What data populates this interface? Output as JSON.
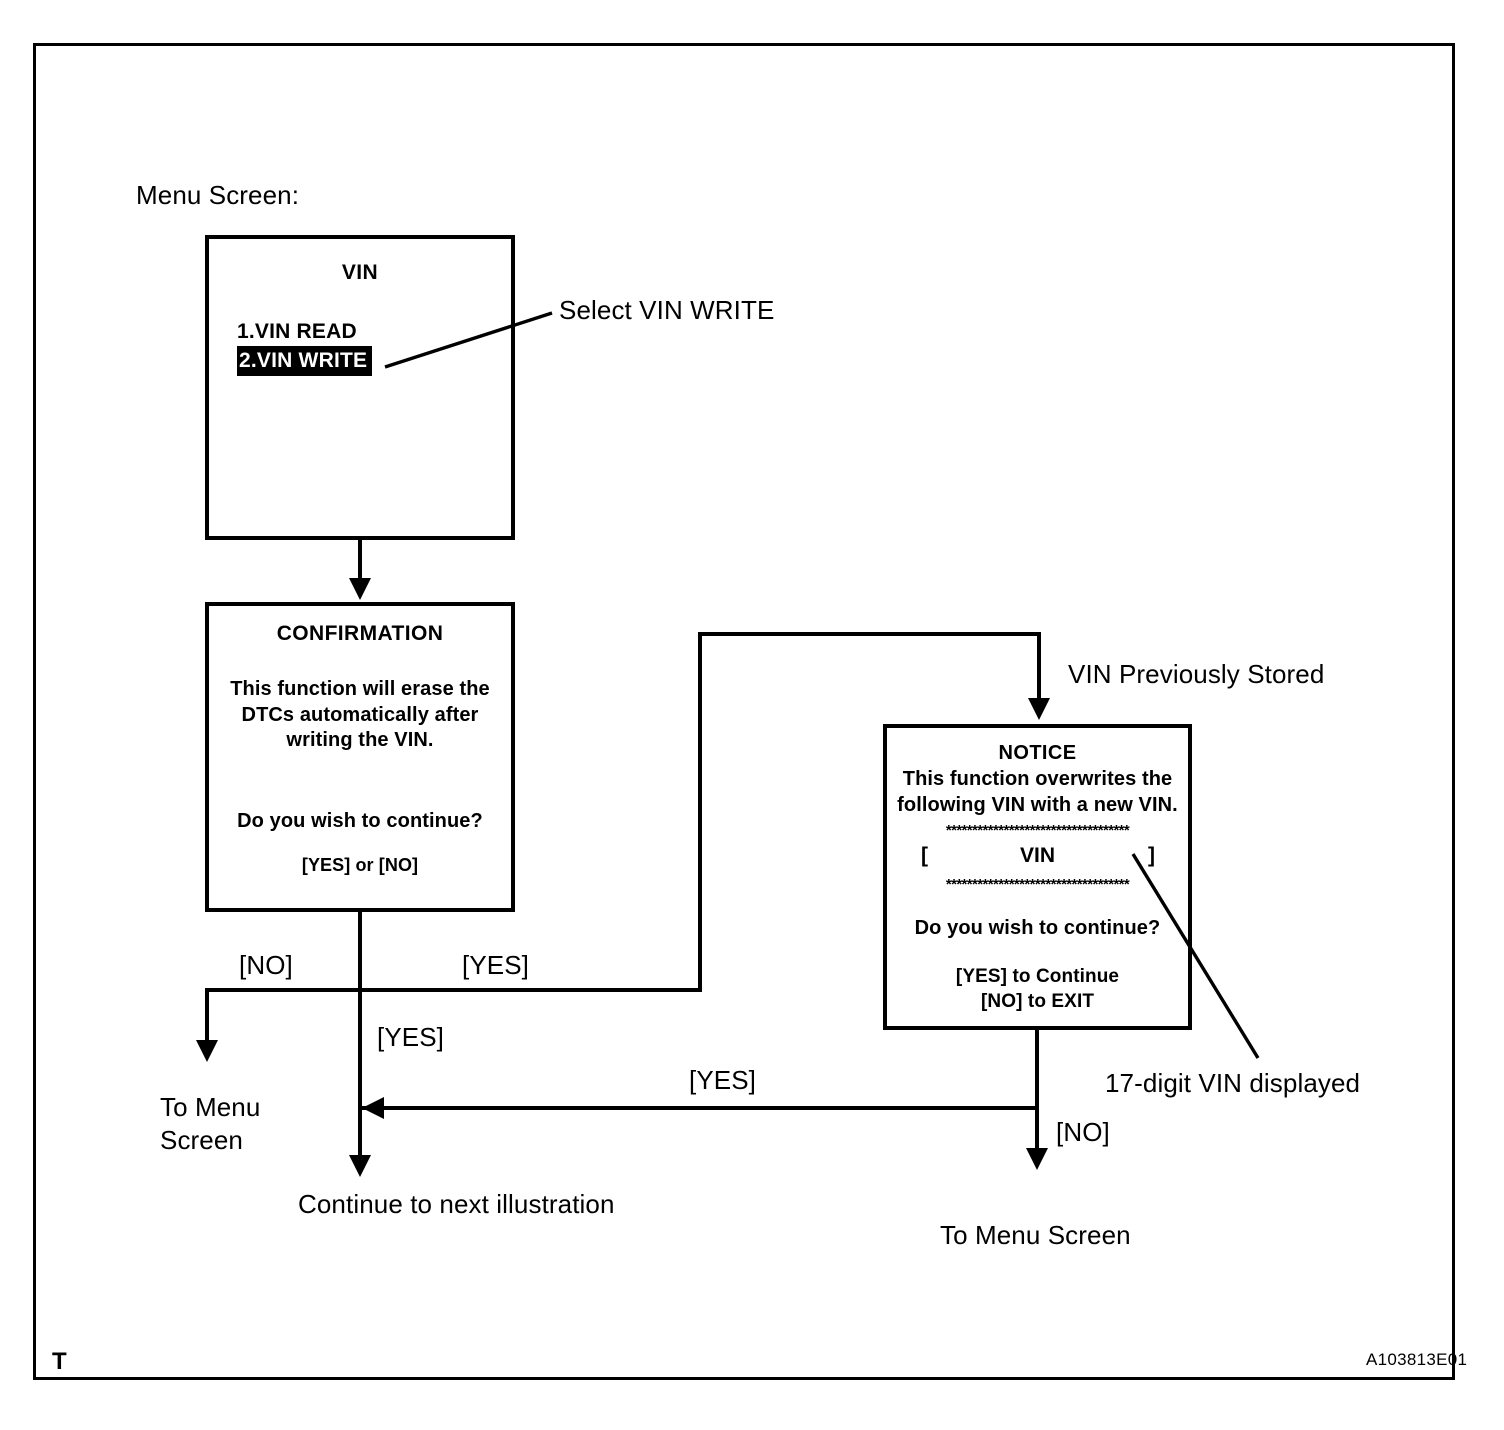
{
  "figure": {
    "id_label": "A103813E01",
    "corner_mark": "T",
    "heading": "Menu Screen:"
  },
  "screens": {
    "vin_menu": {
      "title": "VIN",
      "items": [
        {
          "label": "1.VIN READ",
          "selected": false
        },
        {
          "label": "2.VIN WRITE",
          "selected": true
        }
      ]
    },
    "confirmation": {
      "title": "CONFIRMATION",
      "body_lines": [
        "This function will erase the",
        "DTCs automatically after",
        "writing the VIN."
      ],
      "question": "Do you wish to continue?",
      "keys": "[YES] or [NO]"
    },
    "notice": {
      "title": "NOTICE",
      "body_lines": [
        "This function overwrites the",
        "following VIN with a new VIN."
      ],
      "separator": "***********************************",
      "vin_field": {
        "bracket_open": "[",
        "value": "VIN",
        "bracket_close": "]"
      },
      "question": "Do you wish to continue?",
      "keys": [
        "[YES] to Continue",
        "[NO] to EXIT"
      ]
    }
  },
  "annotations": {
    "select_vin_write": "Select VIN WRITE",
    "vin_previously_stored": "VIN Previously Stored",
    "seventeen_digit_vin": "17-digit VIN displayed"
  },
  "flow_labels": {
    "no_left": "[NO]",
    "yes_right": "[YES]",
    "yes_down": "[YES]",
    "yes_return": "[YES]",
    "no_exit": "[NO]"
  },
  "terminals": {
    "to_menu_screen_left_line1": "To Menu",
    "to_menu_screen_left_line2": "Screen",
    "continue_next": "Continue to next illustration",
    "to_menu_screen_right": "To Menu Screen"
  }
}
